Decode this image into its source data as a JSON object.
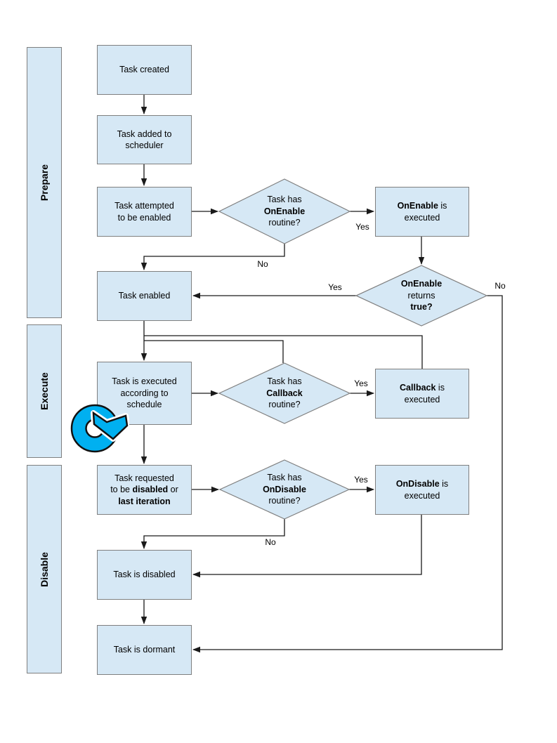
{
  "colors": {
    "background": "#ffffff",
    "node_fill": "#d6e8f5",
    "node_border": "#7f7f7f",
    "connector": "#1a1a1a",
    "icon_blue": "#00b0f0",
    "icon_outline": "#111111"
  },
  "bands": {
    "prepare": "Prepare",
    "execute": "Execute",
    "disable": "Disable"
  },
  "nodes": {
    "task_created": {
      "text": "Task created"
    },
    "task_added": {
      "parts": [
        {
          "t": "Task added to\nscheduler",
          "b": false
        }
      ]
    },
    "task_attempted": {
      "parts": [
        {
          "t": "Task attempted\nto be enabled",
          "b": false
        }
      ]
    },
    "task_enabled": {
      "text": "Task enabled"
    },
    "task_executed": {
      "parts": [
        {
          "t": "Task is executed\naccording to\nschedule",
          "b": false
        }
      ]
    },
    "task_requested": {
      "parts": [
        {
          "t": "Task requested\nto be ",
          "b": false
        },
        {
          "t": "disabled",
          "b": true
        },
        {
          "t": " or\n",
          "b": false
        },
        {
          "t": "last iteration",
          "b": true
        }
      ]
    },
    "task_disabled": {
      "text": "Task is disabled"
    },
    "task_dormant": {
      "text": "Task is dormant"
    },
    "onenable_executed": {
      "parts": [
        {
          "t": "OnEnable",
          "b": true
        },
        {
          "t": " is\nexecuted",
          "b": false
        }
      ]
    },
    "callback_executed": {
      "parts": [
        {
          "t": "Callback",
          "b": true
        },
        {
          "t": " is\nexecuted",
          "b": false
        }
      ]
    },
    "ondisable_executed": {
      "parts": [
        {
          "t": "OnDisable",
          "b": true
        },
        {
          "t": " is\nexecuted",
          "b": false
        }
      ]
    },
    "d_onenable": {
      "parts": [
        {
          "t": "Task has\n",
          "b": false
        },
        {
          "t": "OnEnable",
          "b": true
        },
        {
          "t": "\nroutine?",
          "b": false
        }
      ]
    },
    "d_onenable_true": {
      "parts": [
        {
          "t": "OnEnable",
          "b": true
        },
        {
          "t": "\nreturns\n",
          "b": false
        },
        {
          "t": "true?",
          "b": true
        }
      ]
    },
    "d_callback": {
      "parts": [
        {
          "t": "Task has\n",
          "b": false
        },
        {
          "t": "Callback",
          "b": true
        },
        {
          "t": "\nroutine?",
          "b": false
        }
      ]
    },
    "d_ondisable": {
      "parts": [
        {
          "t": "Task has\n",
          "b": false
        },
        {
          "t": "OnDisable",
          "b": true
        },
        {
          "t": "\nroutine?",
          "b": false
        }
      ]
    }
  },
  "labels": {
    "yes_onenable": "Yes",
    "no_onenable": "No",
    "yes_true": "Yes",
    "no_true": "No",
    "yes_callback": "Yes",
    "yes_ondisable": "Yes",
    "no_ondisable": "No"
  },
  "icons": {
    "loop_icon": "circular-loop-arrow"
  }
}
